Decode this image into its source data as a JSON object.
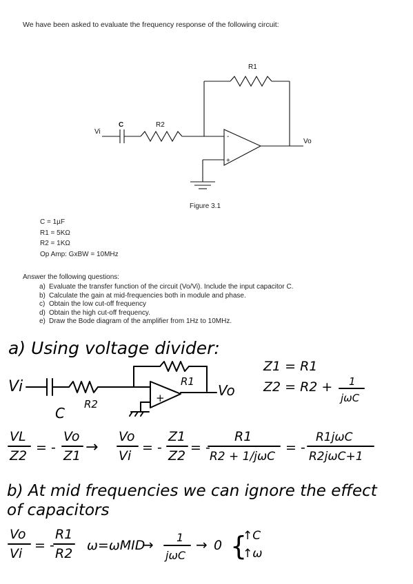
{
  "intro_text": "We have been asked to evaluate the frequency response of the following circuit:",
  "figure": {
    "caption": "Figure 3.1",
    "labels": {
      "vi": "Vi",
      "c": "C",
      "r2": "R2",
      "r1": "R1",
      "vo": "Vo",
      "minus": "-",
      "plus": "+"
    }
  },
  "specs": [
    "C = 1µF",
    "R1 = 5KΩ",
    "R2 = 1KΩ",
    "Op Amp: GxBW = 10MHz"
  ],
  "questions_title": "Answer the following questions:",
  "questions": [
    {
      "label": "a)",
      "text": "Evaluate the transfer function of the circuit (Vo/Vi). Include the input capacitor C."
    },
    {
      "label": "b)",
      "text": "Calculate the gain at mid-frequencies both in module and phase."
    },
    {
      "label": "c)",
      "text": "Obtain the low cut-off frequency"
    },
    {
      "label": "d)",
      "text": "Obtain the high cut-off frequency."
    },
    {
      "label": "e)",
      "text": "Draw the Bode diagram of the amplifier from 1Hz to 10MHz."
    }
  ],
  "handwritten": {
    "part_a_heading": "a) Using voltage divider:",
    "sketch_labels": {
      "vi": "Vi",
      "c": "C",
      "r2": "R2",
      "r1": "R1",
      "vo": "Vo",
      "plus": "+"
    },
    "z1_eq": "Z1 = R1",
    "z2_eq_prefix": "Z2 = R2 +",
    "z2_frac_num": "1",
    "z2_frac_den": "jωC",
    "eq1_lhs_num": "VL",
    "eq1_lhs_den": "Z2",
    "eq1_mid_num": "Vo",
    "eq1_mid_den": "Z1",
    "eq2_lhs_num": "Vo",
    "eq2_lhs_den": "Vi",
    "eq2_z_num": "Z1",
    "eq2_z_den": "Z2",
    "eq2_r_num": "R1",
    "eq2_r_den": "R2 + 1/jωC",
    "eq2_final_num": "R1jωC",
    "eq2_final_den": "R2jωC+1",
    "part_b_line1": "b) At mid frequencies we can ignore the effect",
    "part_b_line2": "of capacitors",
    "eq3_lhs_num": "Vo",
    "eq3_lhs_den": "Vi",
    "eq3_rhs_num": "R1",
    "eq3_rhs_den": "R2",
    "omega_eq": "ω=ωMID",
    "limit_num": "1",
    "limit_den": "jωC",
    "limit_result": "0",
    "brace_top": "↑C",
    "brace_bottom": "↑ω"
  }
}
